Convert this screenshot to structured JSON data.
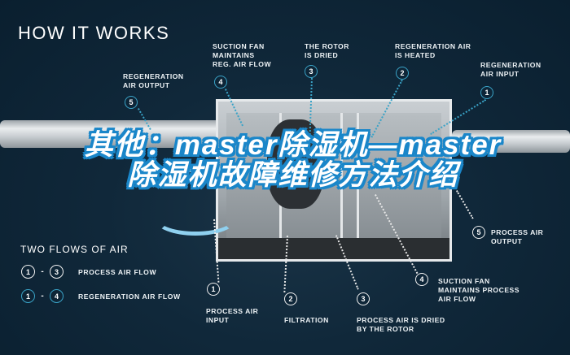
{
  "header": {
    "title": "HOW IT WORKS"
  },
  "top_callouts": [
    {
      "num": "5",
      "label": "REGENERATION\nAIR OUTPUT"
    },
    {
      "num": "4",
      "label": "SUCTION FAN\nMAINTAINS\nREG. AIR FLOW"
    },
    {
      "num": "3",
      "label": "THE ROTOR\nIS DRIED"
    },
    {
      "num": "2",
      "label": "REGENERATION AIR\nIS HEATED"
    },
    {
      "num": "1",
      "label": "REGENERATION\nAIR INPUT"
    }
  ],
  "bottom_callouts": [
    {
      "num": "1",
      "label": "PROCESS AIR\nINPUT"
    },
    {
      "num": "2",
      "label": "FILTRATION"
    },
    {
      "num": "3",
      "label": "PROCESS AIR IS DRIED\nBY THE ROTOR"
    },
    {
      "num": "4",
      "label": "SUCTION FAN\nMAINTAINS PROCESS\nAIR FLOW"
    },
    {
      "num": "5",
      "label": "PROCESS AIR\nOUTPUT"
    }
  ],
  "legend": {
    "title": "TWO FLOWS OF AIR",
    "rows": [
      {
        "from": "1",
        "dash": "-",
        "to": "3",
        "label": "PROCESS AIR FLOW"
      },
      {
        "from": "1",
        "dash": "-",
        "to": "4",
        "label": "REGENERATION AIR FLOW"
      }
    ]
  },
  "overlay_headline": "其他：master除湿机—master除湿机故障维修方法介绍",
  "colors": {
    "background": "#0c2334",
    "regen_accent": "#3aa3c7",
    "process_accent": "#f1f1f1",
    "headline_outline": "#1a86c9"
  }
}
